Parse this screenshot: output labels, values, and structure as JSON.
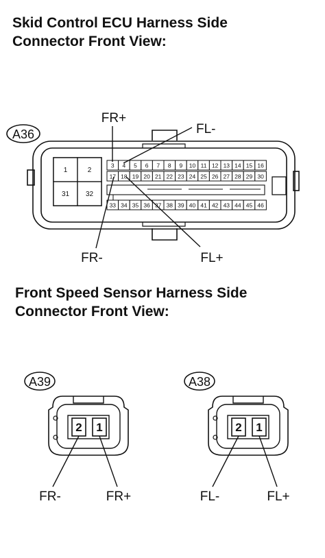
{
  "headings": {
    "ecu": "Skid Control ECU Harness Side\nConnector Front View:",
    "ecu_line1": "Skid Control ECU Harness Side",
    "ecu_line2": "Connector Front View:",
    "sensor_line1": "Front Speed Sensor Harness Side",
    "sensor_line2": "Connector Front View:"
  },
  "ecu_connector": {
    "tag": "A36",
    "big_pins": [
      "1",
      "2",
      "31",
      "32"
    ],
    "row1": [
      "3",
      "4",
      "5",
      "6",
      "7",
      "8",
      "9",
      "10",
      "11",
      "12",
      "13",
      "14",
      "15",
      "16"
    ],
    "row2": [
      "17",
      "18",
      "19",
      "20",
      "21",
      "22",
      "23",
      "24",
      "25",
      "26",
      "27",
      "28",
      "29",
      "30"
    ],
    "row3": [
      "33",
      "34",
      "35",
      "36",
      "37",
      "38",
      "39",
      "40",
      "41",
      "42",
      "43",
      "44",
      "45",
      "46"
    ],
    "labels": {
      "fr_plus": "FR+",
      "fl_minus": "FL-",
      "fr_minus": "FR-",
      "fl_plus": "FL+"
    }
  },
  "sensor_connectors": [
    {
      "tag": "A39",
      "pins": [
        "2",
        "1"
      ],
      "labels": [
        "FR-",
        "FR+"
      ]
    },
    {
      "tag": "A38",
      "pins": [
        "2",
        "1"
      ],
      "labels": [
        "FL-",
        "FL+"
      ]
    }
  ]
}
